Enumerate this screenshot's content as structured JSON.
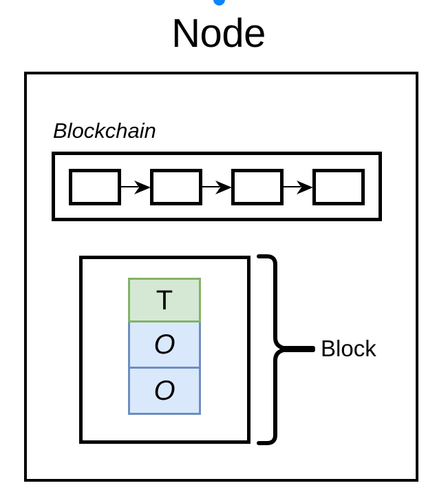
{
  "diagram": {
    "title": "Node",
    "status_dot": {
      "icon": "blue-dot-icon",
      "color": "#0b84fe"
    },
    "blockchain_section": {
      "label": "Blockchain",
      "blocks": [
        {
          "label": ""
        },
        {
          "label": ""
        },
        {
          "label": ""
        },
        {
          "label": ""
        }
      ],
      "connectors": [
        {
          "icon": "arrow-right-icon"
        },
        {
          "icon": "arrow-right-icon"
        },
        {
          "icon": "arrow-right-icon"
        }
      ]
    },
    "block_section": {
      "bracket_label": "Block",
      "bracket_icon": "curly-brace-right-icon",
      "cells": [
        {
          "text": "T",
          "kind": "transaction",
          "fill": "#d5e8d4",
          "stroke": "#82b366",
          "italic": false
        },
        {
          "text": "O",
          "kind": "operation",
          "fill": "#dae8fc",
          "stroke": "#6c8ebf",
          "italic": true
        },
        {
          "text": "O",
          "kind": "operation",
          "fill": "#dae8fc",
          "stroke": "#6c8ebf",
          "italic": true
        }
      ]
    },
    "colors": {
      "outline": "#000000",
      "background": "#ffffff",
      "green_fill": "#d5e8d4",
      "green_stroke": "#82b366",
      "blue_fill": "#dae8fc",
      "blue_stroke": "#6c8ebf",
      "accent_dot": "#0b84fe"
    }
  }
}
